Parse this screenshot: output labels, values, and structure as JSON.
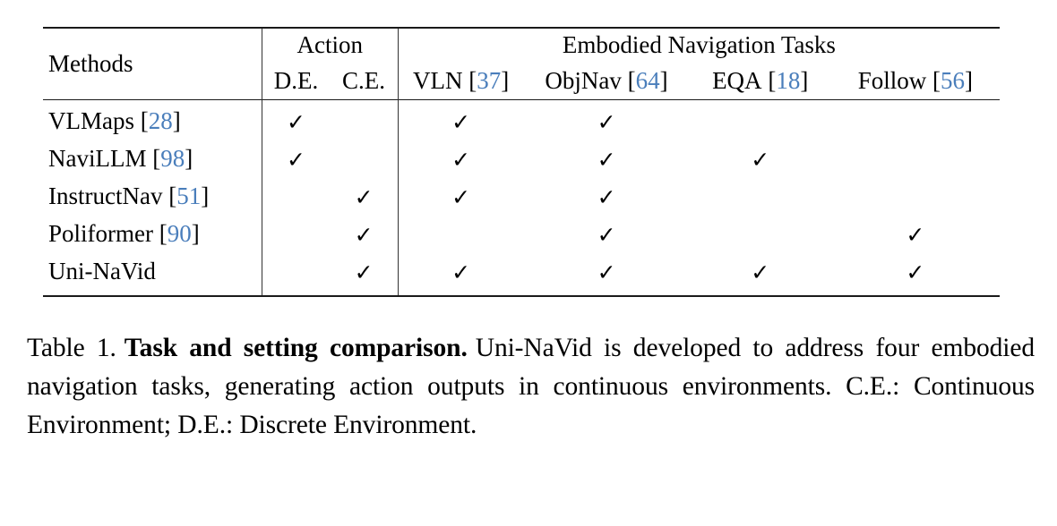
{
  "table": {
    "columns": {
      "methods": "Methods",
      "action_group": "Action",
      "de": "D.E.",
      "ce": "C.E.",
      "tasks_group": "Embodied Navigation Tasks",
      "vln": {
        "name": "VLN",
        "cite": "37"
      },
      "objnav": {
        "name": "ObjNav",
        "cite": "64"
      },
      "eqa": {
        "name": "EQA",
        "cite": "18"
      },
      "follow": {
        "name": "Follow",
        "cite": "56"
      }
    },
    "check_glyph": "✓",
    "cite_color": "#4a7ebb",
    "rows": [
      {
        "method": "VLMaps",
        "cite": "28",
        "de": true,
        "ce": false,
        "vln": true,
        "objnav": true,
        "eqa": false,
        "follow": false
      },
      {
        "method": "NaviLLM",
        "cite": "98",
        "de": true,
        "ce": false,
        "vln": true,
        "objnav": true,
        "eqa": true,
        "follow": false
      },
      {
        "method": "InstructNav",
        "cite": "51",
        "de": false,
        "ce": true,
        "vln": true,
        "objnav": true,
        "eqa": false,
        "follow": false
      },
      {
        "method": "Poliformer",
        "cite": "90",
        "de": false,
        "ce": true,
        "vln": false,
        "objnav": true,
        "eqa": false,
        "follow": true
      },
      {
        "method": "Uni-NaVid",
        "cite": "",
        "de": false,
        "ce": true,
        "vln": true,
        "objnav": true,
        "eqa": true,
        "follow": true
      }
    ]
  },
  "caption": {
    "label": "Table 1.",
    "bold_title": "Task and setting comparison.",
    "body": "Uni-NaVid is developed to address four embodied navigation tasks, generating action outputs in continuous environments. C.E.: Continuous Environment; D.E.: Discrete Environment."
  }
}
